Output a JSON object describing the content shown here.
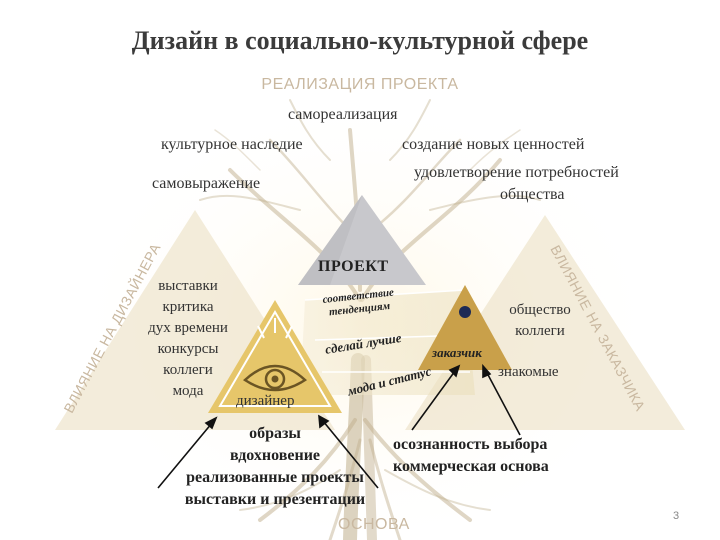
{
  "title": "Дизайн в социально-культурной сфере",
  "top_section": {
    "heading": "РЕАЛИЗАЦИЯ ПРОЕКТА",
    "items": {
      "self_realization": "самореализация",
      "cultural_heritage": "культурное наследие",
      "new_values": "создание новых ценностей",
      "self_expression": "самовыражение",
      "society_needs_line1": "удовлетворение потребностей",
      "society_needs_line2": "общества"
    }
  },
  "project_label": "ПРОЕКТ",
  "left_side": {
    "vertical_label": "ВЛИЯНИЕ НА ДИЗАЙНЕРА",
    "items": [
      "выставки",
      "критика",
      "дух времени",
      "конкурсы",
      "коллеги",
      "мода"
    ]
  },
  "right_side": {
    "vertical_label": "ВЛИЯНИЕ НА ЗАКАЗЧИКА",
    "items": [
      "общество",
      "коллеги",
      "знакомые"
    ]
  },
  "designer_label": "дизайнер",
  "client_label": "заказчик",
  "connections": {
    "line1": "соответствие",
    "line2": "тенденциям",
    "make_better": "сделай лучше",
    "fashion_status": "мода и статус"
  },
  "bottom_left": [
    "образы",
    "вдохновение",
    "реализованные проекты",
    "выставки и презентации"
  ],
  "bottom_right": [
    "осознанность выбора",
    "коммерческая основа"
  ],
  "bottom_heading": "ОСНОВА",
  "page_number": "3",
  "colors": {
    "background_triangle": "#ece2c8",
    "project_triangle": "#c8c8cc",
    "designer_triangle": "#e6c66a",
    "client_triangle": "#c9a04a",
    "caps_text": "#c9b8a0",
    "tree": "#b8a888"
  }
}
